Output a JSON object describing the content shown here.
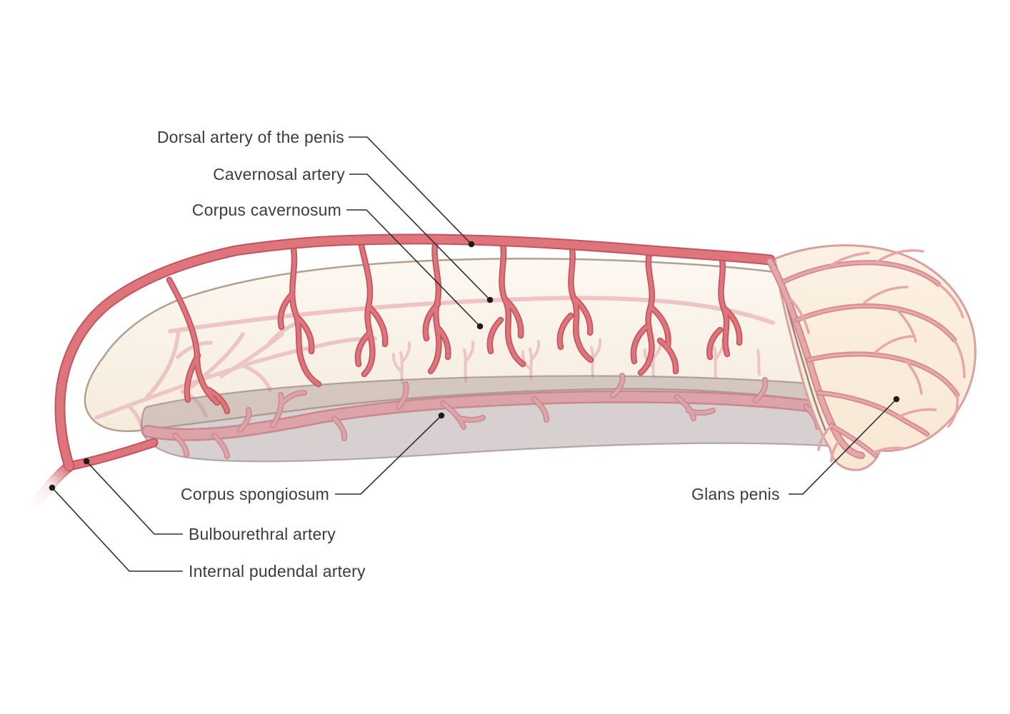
{
  "labels": {
    "dorsal_artery": "Dorsal artery of the penis",
    "cavernosal_artery": "Cavernosal artery",
    "corpus_cavernosum": "Corpus cavernosum",
    "corpus_spongiosum": "Corpus spongiosum",
    "bulbourethral_artery": "Bulbourethral artery",
    "internal_pudendal_artery": "Internal pudendal artery",
    "glans_penis": "Glans penis"
  },
  "colors": {
    "c_bg": "#ffffff",
    "label_text": "#3c3c3c",
    "leader_line": "#2e2e2e",
    "leader_dot": "#1d1d1d",
    "artery_fill": "#de757c",
    "artery_outline": "#c2555d",
    "cavernosum_outline": "#b1a18e",
    "cavernosal_artery": "#efc4c5",
    "pale_vessel": "#ecc5c5",
    "spongiosum_fill": "rgba(168,150,150,0.45)",
    "spongiosum_outline": "rgba(135,115,115,0.55)",
    "spongiosal_artery": "#dca3a9",
    "spongiosal_artery_edge": "#c9878e",
    "glans_outline": "#d9a0a0",
    "glans_vessel": "#e6a6aa",
    "glans_vessel_edge": "#cf8389",
    "shaft_edge": "#94867c"
  }
}
